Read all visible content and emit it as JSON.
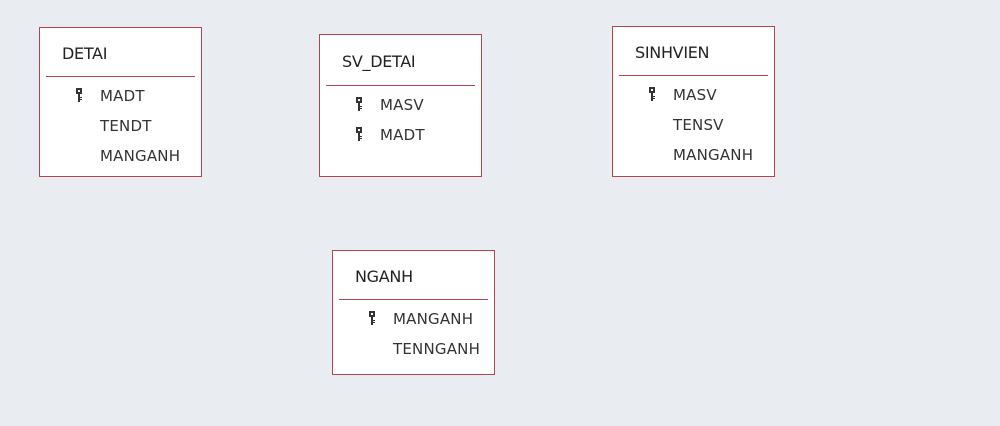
{
  "tables": [
    {
      "name": "DETAI",
      "fields": [
        {
          "name": "MADT",
          "key": true
        },
        {
          "name": "TENDT",
          "key": false
        },
        {
          "name": "MANGANH",
          "key": false
        }
      ]
    },
    {
      "name": "SV_DETAI",
      "fields": [
        {
          "name": "MASV",
          "key": true
        },
        {
          "name": "MADT",
          "key": true
        }
      ]
    },
    {
      "name": "SINHVIEN",
      "fields": [
        {
          "name": "MASV",
          "key": true
        },
        {
          "name": "TENSV",
          "key": false
        },
        {
          "name": "MANGANH",
          "key": false
        }
      ]
    },
    {
      "name": "NGANH",
      "fields": [
        {
          "name": "MANGANH",
          "key": true
        },
        {
          "name": "TENNGANH",
          "key": false
        }
      ]
    }
  ],
  "icons": {
    "primary_key": "key-icon"
  },
  "colors": {
    "border": "#b2454f",
    "background": "#e9ecf0"
  }
}
